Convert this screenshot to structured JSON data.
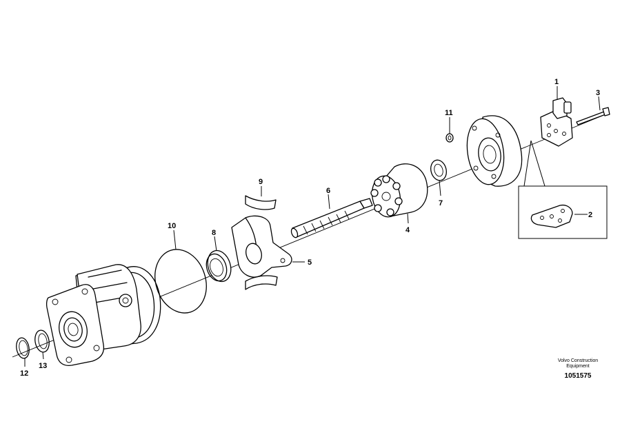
{
  "callouts": {
    "c1": "1",
    "c2": "2",
    "c3": "3",
    "c4": "4",
    "c5": "5",
    "c6": "6",
    "c7": "7",
    "c8": "8",
    "c9": "9",
    "c10": "10",
    "c11": "11",
    "c12": "12",
    "c13": "13"
  },
  "footer": {
    "company_line1": "Volvo Construction",
    "company_line2": "Equipment",
    "drawing_number": "1051575"
  }
}
